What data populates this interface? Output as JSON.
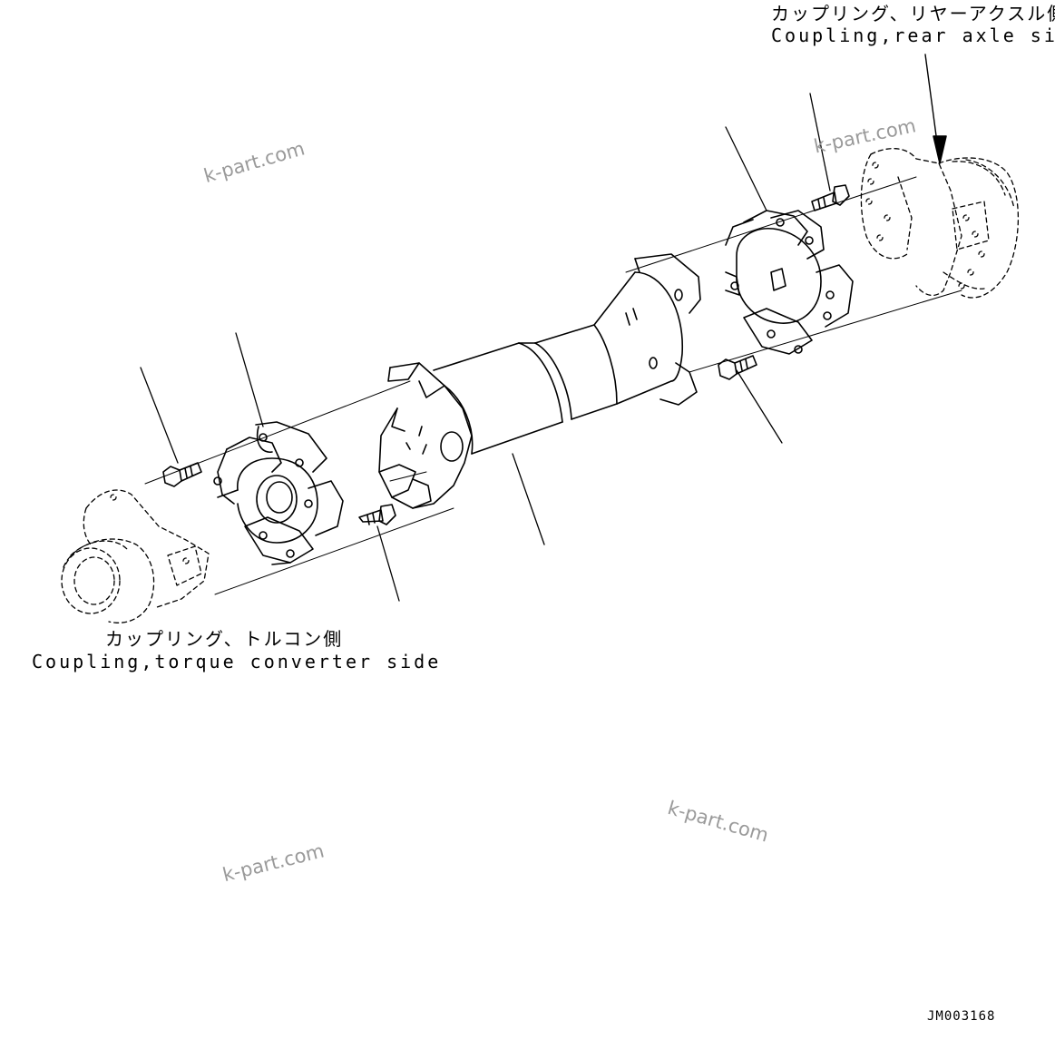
{
  "labels": {
    "rear": {
      "jp": "カップリング、リヤーアクスル側",
      "en": "Coupling,rear axle side"
    },
    "torque": {
      "jp": "カップリング、トルコン側",
      "en": "Coupling,torque converter side"
    }
  },
  "watermarks": [
    "k-part.com",
    "k-part.com",
    "k-part.com",
    "k-part.com"
  ],
  "drawing_code": "JM003168"
}
